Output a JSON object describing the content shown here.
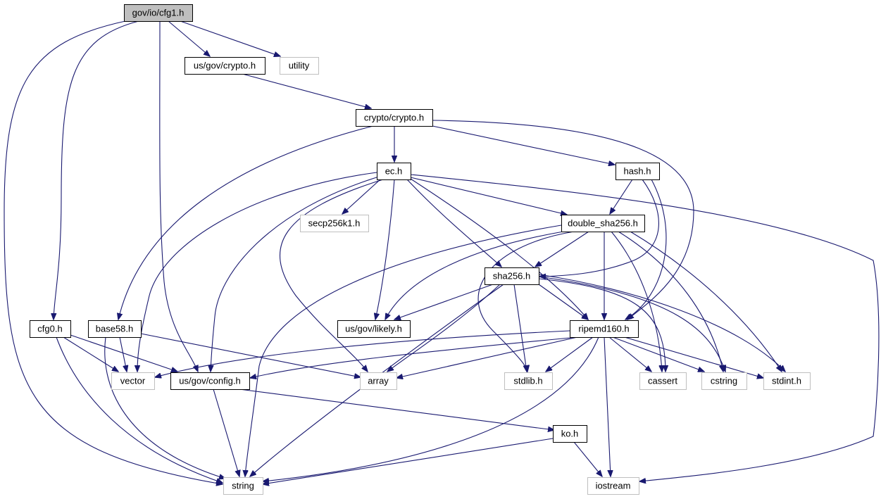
{
  "title": "gov/io/cfg1.h",
  "colors": {
    "edge": "#191970",
    "root_fill": "#bfbfbf",
    "root_border": "#000000",
    "node_fill": "#ffffff",
    "node_border": "#000000",
    "external_border": "#bfbfbf",
    "text": "#000000"
  },
  "nodes": {
    "root": {
      "label": "gov/io/cfg1.h",
      "kind": "root"
    },
    "us_gov_crypto_h": {
      "label": "us/gov/crypto.h",
      "kind": "documented"
    },
    "utility": {
      "label": "utility",
      "kind": "external"
    },
    "crypto_crypto_h": {
      "label": "crypto/crypto.h",
      "kind": "documented"
    },
    "ec_h": {
      "label": "ec.h",
      "kind": "documented"
    },
    "hash_h": {
      "label": "hash.h",
      "kind": "documented"
    },
    "secp256k1_h": {
      "label": "secp256k1.h",
      "kind": "external"
    },
    "double_sha256_h": {
      "label": "double_sha256.h",
      "kind": "documented"
    },
    "sha256_h": {
      "label": "sha256.h",
      "kind": "documented"
    },
    "cfg0_h": {
      "label": "cfg0.h",
      "kind": "documented"
    },
    "base58_h": {
      "label": "base58.h",
      "kind": "documented"
    },
    "us_gov_likely_h": {
      "label": "us/gov/likely.h",
      "kind": "documented"
    },
    "ripemd160_h": {
      "label": "ripemd160.h",
      "kind": "documented"
    },
    "vector": {
      "label": "vector",
      "kind": "external"
    },
    "us_gov_config_h": {
      "label": "us/gov/config.h",
      "kind": "documented"
    },
    "array": {
      "label": "array",
      "kind": "external"
    },
    "stdlib_h": {
      "label": "stdlib.h",
      "kind": "external"
    },
    "cassert": {
      "label": "cassert",
      "kind": "external"
    },
    "cstring": {
      "label": "cstring",
      "kind": "external"
    },
    "stdint_h": {
      "label": "stdint.h",
      "kind": "external"
    },
    "ko_h": {
      "label": "ko.h",
      "kind": "documented"
    },
    "string": {
      "label": "string",
      "kind": "external"
    },
    "iostream": {
      "label": "iostream",
      "kind": "external"
    }
  },
  "edges": [
    {
      "from": "root",
      "to": "us_gov_crypto_h"
    },
    {
      "from": "root",
      "to": "utility"
    },
    {
      "from": "root",
      "to": "cfg0_h"
    },
    {
      "from": "root",
      "to": "us_gov_config_h"
    },
    {
      "from": "root",
      "to": "string"
    },
    {
      "from": "us_gov_crypto_h",
      "to": "crypto_crypto_h"
    },
    {
      "from": "crypto_crypto_h",
      "to": "ec_h"
    },
    {
      "from": "crypto_crypto_h",
      "to": "hash_h"
    },
    {
      "from": "crypto_crypto_h",
      "to": "base58_h"
    },
    {
      "from": "crypto_crypto_h",
      "to": "ripemd160_h"
    },
    {
      "from": "ec_h",
      "to": "secp256k1_h"
    },
    {
      "from": "ec_h",
      "to": "double_sha256_h"
    },
    {
      "from": "ec_h",
      "to": "sha256_h"
    },
    {
      "from": "ec_h",
      "to": "us_gov_likely_h"
    },
    {
      "from": "ec_h",
      "to": "ripemd160_h"
    },
    {
      "from": "ec_h",
      "to": "vector"
    },
    {
      "from": "ec_h",
      "to": "us_gov_config_h"
    },
    {
      "from": "ec_h",
      "to": "array"
    },
    {
      "from": "ec_h",
      "to": "iostream"
    },
    {
      "from": "hash_h",
      "to": "double_sha256_h"
    },
    {
      "from": "hash_h",
      "to": "sha256_h"
    },
    {
      "from": "hash_h",
      "to": "ripemd160_h"
    },
    {
      "from": "double_sha256_h",
      "to": "sha256_h"
    },
    {
      "from": "double_sha256_h",
      "to": "ripemd160_h"
    },
    {
      "from": "double_sha256_h",
      "to": "us_gov_likely_h"
    },
    {
      "from": "double_sha256_h",
      "to": "string"
    },
    {
      "from": "double_sha256_h",
      "to": "stdlib_h"
    },
    {
      "from": "double_sha256_h",
      "to": "cassert"
    },
    {
      "from": "double_sha256_h",
      "to": "cstring"
    },
    {
      "from": "double_sha256_h",
      "to": "stdint_h"
    },
    {
      "from": "sha256_h",
      "to": "us_gov_likely_h"
    },
    {
      "from": "sha256_h",
      "to": "ripemd160_h"
    },
    {
      "from": "sha256_h",
      "to": "array"
    },
    {
      "from": "sha256_h",
      "to": "string"
    },
    {
      "from": "sha256_h",
      "to": "stdlib_h"
    },
    {
      "from": "sha256_h",
      "to": "cassert"
    },
    {
      "from": "sha256_h",
      "to": "cstring"
    },
    {
      "from": "sha256_h",
      "to": "stdint_h"
    },
    {
      "from": "cfg0_h",
      "to": "vector"
    },
    {
      "from": "cfg0_h",
      "to": "us_gov_config_h"
    },
    {
      "from": "cfg0_h",
      "to": "string"
    },
    {
      "from": "base58_h",
      "to": "vector"
    },
    {
      "from": "base58_h",
      "to": "array"
    },
    {
      "from": "base58_h",
      "to": "string"
    },
    {
      "from": "ripemd160_h",
      "to": "vector"
    },
    {
      "from": "ripemd160_h",
      "to": "us_gov_config_h"
    },
    {
      "from": "ripemd160_h",
      "to": "array"
    },
    {
      "from": "ripemd160_h",
      "to": "stdlib_h"
    },
    {
      "from": "ripemd160_h",
      "to": "cassert"
    },
    {
      "from": "ripemd160_h",
      "to": "cstring"
    },
    {
      "from": "ripemd160_h",
      "to": "stdint_h"
    },
    {
      "from": "ripemd160_h",
      "to": "iostream"
    },
    {
      "from": "ripemd160_h",
      "to": "string"
    },
    {
      "from": "us_gov_config_h",
      "to": "ko_h"
    },
    {
      "from": "us_gov_config_h",
      "to": "string"
    },
    {
      "from": "ko_h",
      "to": "string"
    },
    {
      "from": "ko_h",
      "to": "iostream"
    }
  ]
}
